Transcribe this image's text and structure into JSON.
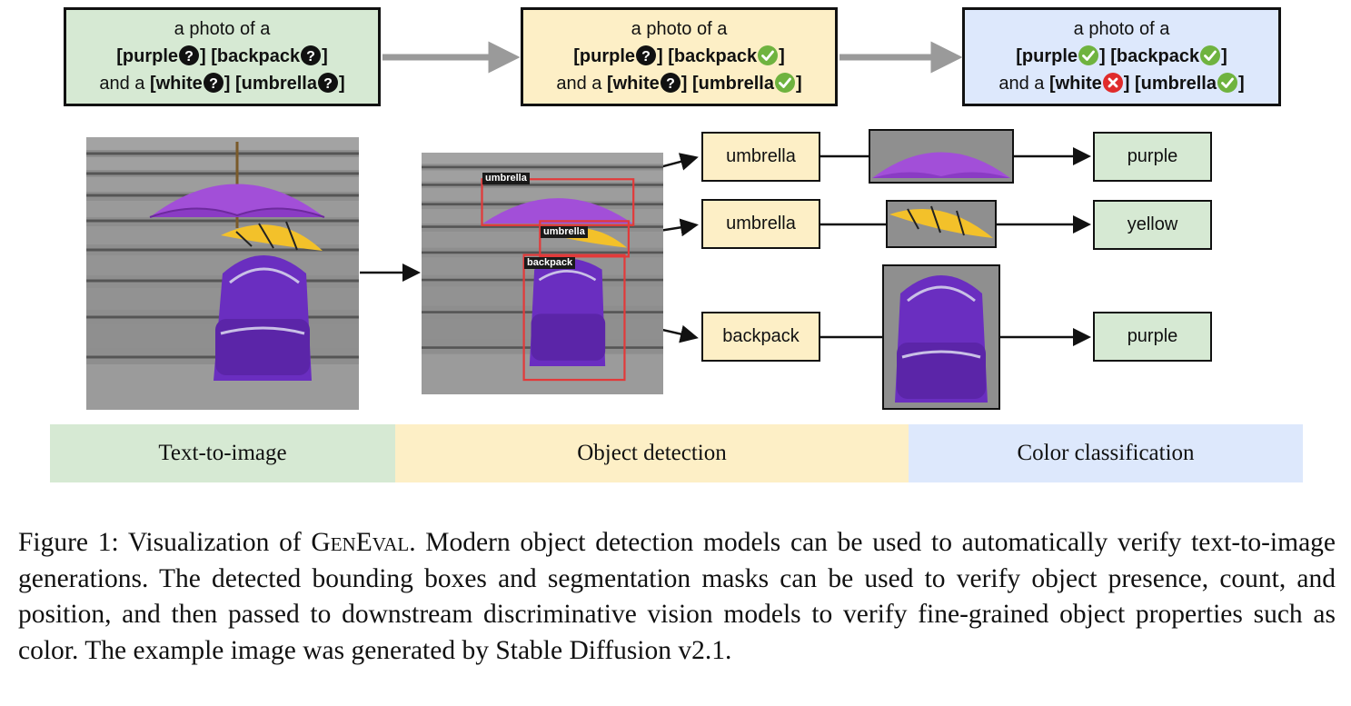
{
  "prompts": [
    {
      "line1": "a photo of a",
      "purple": "[purple",
      "close1": "]",
      "backpack": "[backpack",
      "close2": "]",
      "and_a": "and a",
      "white": "[white",
      "close3": "]",
      "umbrella": "[umbrella",
      "close4": "]",
      "status": [
        "question",
        "question",
        "question",
        "question"
      ]
    },
    {
      "line1": "a photo of a",
      "purple": "[purple",
      "close1": "]",
      "backpack": "[backpack",
      "close2": "]",
      "and_a": "and a",
      "white": "[white",
      "close3": "]",
      "umbrella": "[umbrella",
      "close4": "]",
      "status": [
        "question",
        "check",
        "question",
        "check"
      ]
    },
    {
      "line1": "a photo of a",
      "purple": "[purple",
      "close1": "]",
      "backpack": "[backpack",
      "close2": "]",
      "and_a": "and a",
      "white": "[white",
      "close3": "]",
      "umbrella": "[umbrella",
      "close4": "]",
      "status": [
        "check",
        "check",
        "cross",
        "check"
      ]
    }
  ],
  "detections": [
    {
      "tag": "umbrella",
      "label": "umbrella",
      "color": "purple"
    },
    {
      "tag": "umbrella",
      "label": "umbrella",
      "color": "yellow"
    },
    {
      "tag": "backpack",
      "label": "backpack",
      "color": "purple"
    }
  ],
  "stages": [
    "Text-to-image",
    "Object detection",
    "Color classification"
  ],
  "caption": {
    "prefix": "Figure 1: Visualization of ",
    "name": "GenEval",
    "rest": ". Modern object detection models can be used to automatically verify text-to-image generations. The detected bounding boxes and segmentation masks can be used to verify object presence, count, and position, and then passed to downstream discriminative vision models to verify fine-grained object properties such as color. The example image was generated by Stable Diffusion v2.1."
  },
  "colors": {
    "green_bg": "#d6e9d3",
    "yellow_bg": "#fdefc6",
    "blue_bg": "#dde8fc",
    "check": "#6fb33f",
    "cross": "#e02b2b",
    "question": "#111111",
    "box_red": "#e23a3a"
  }
}
